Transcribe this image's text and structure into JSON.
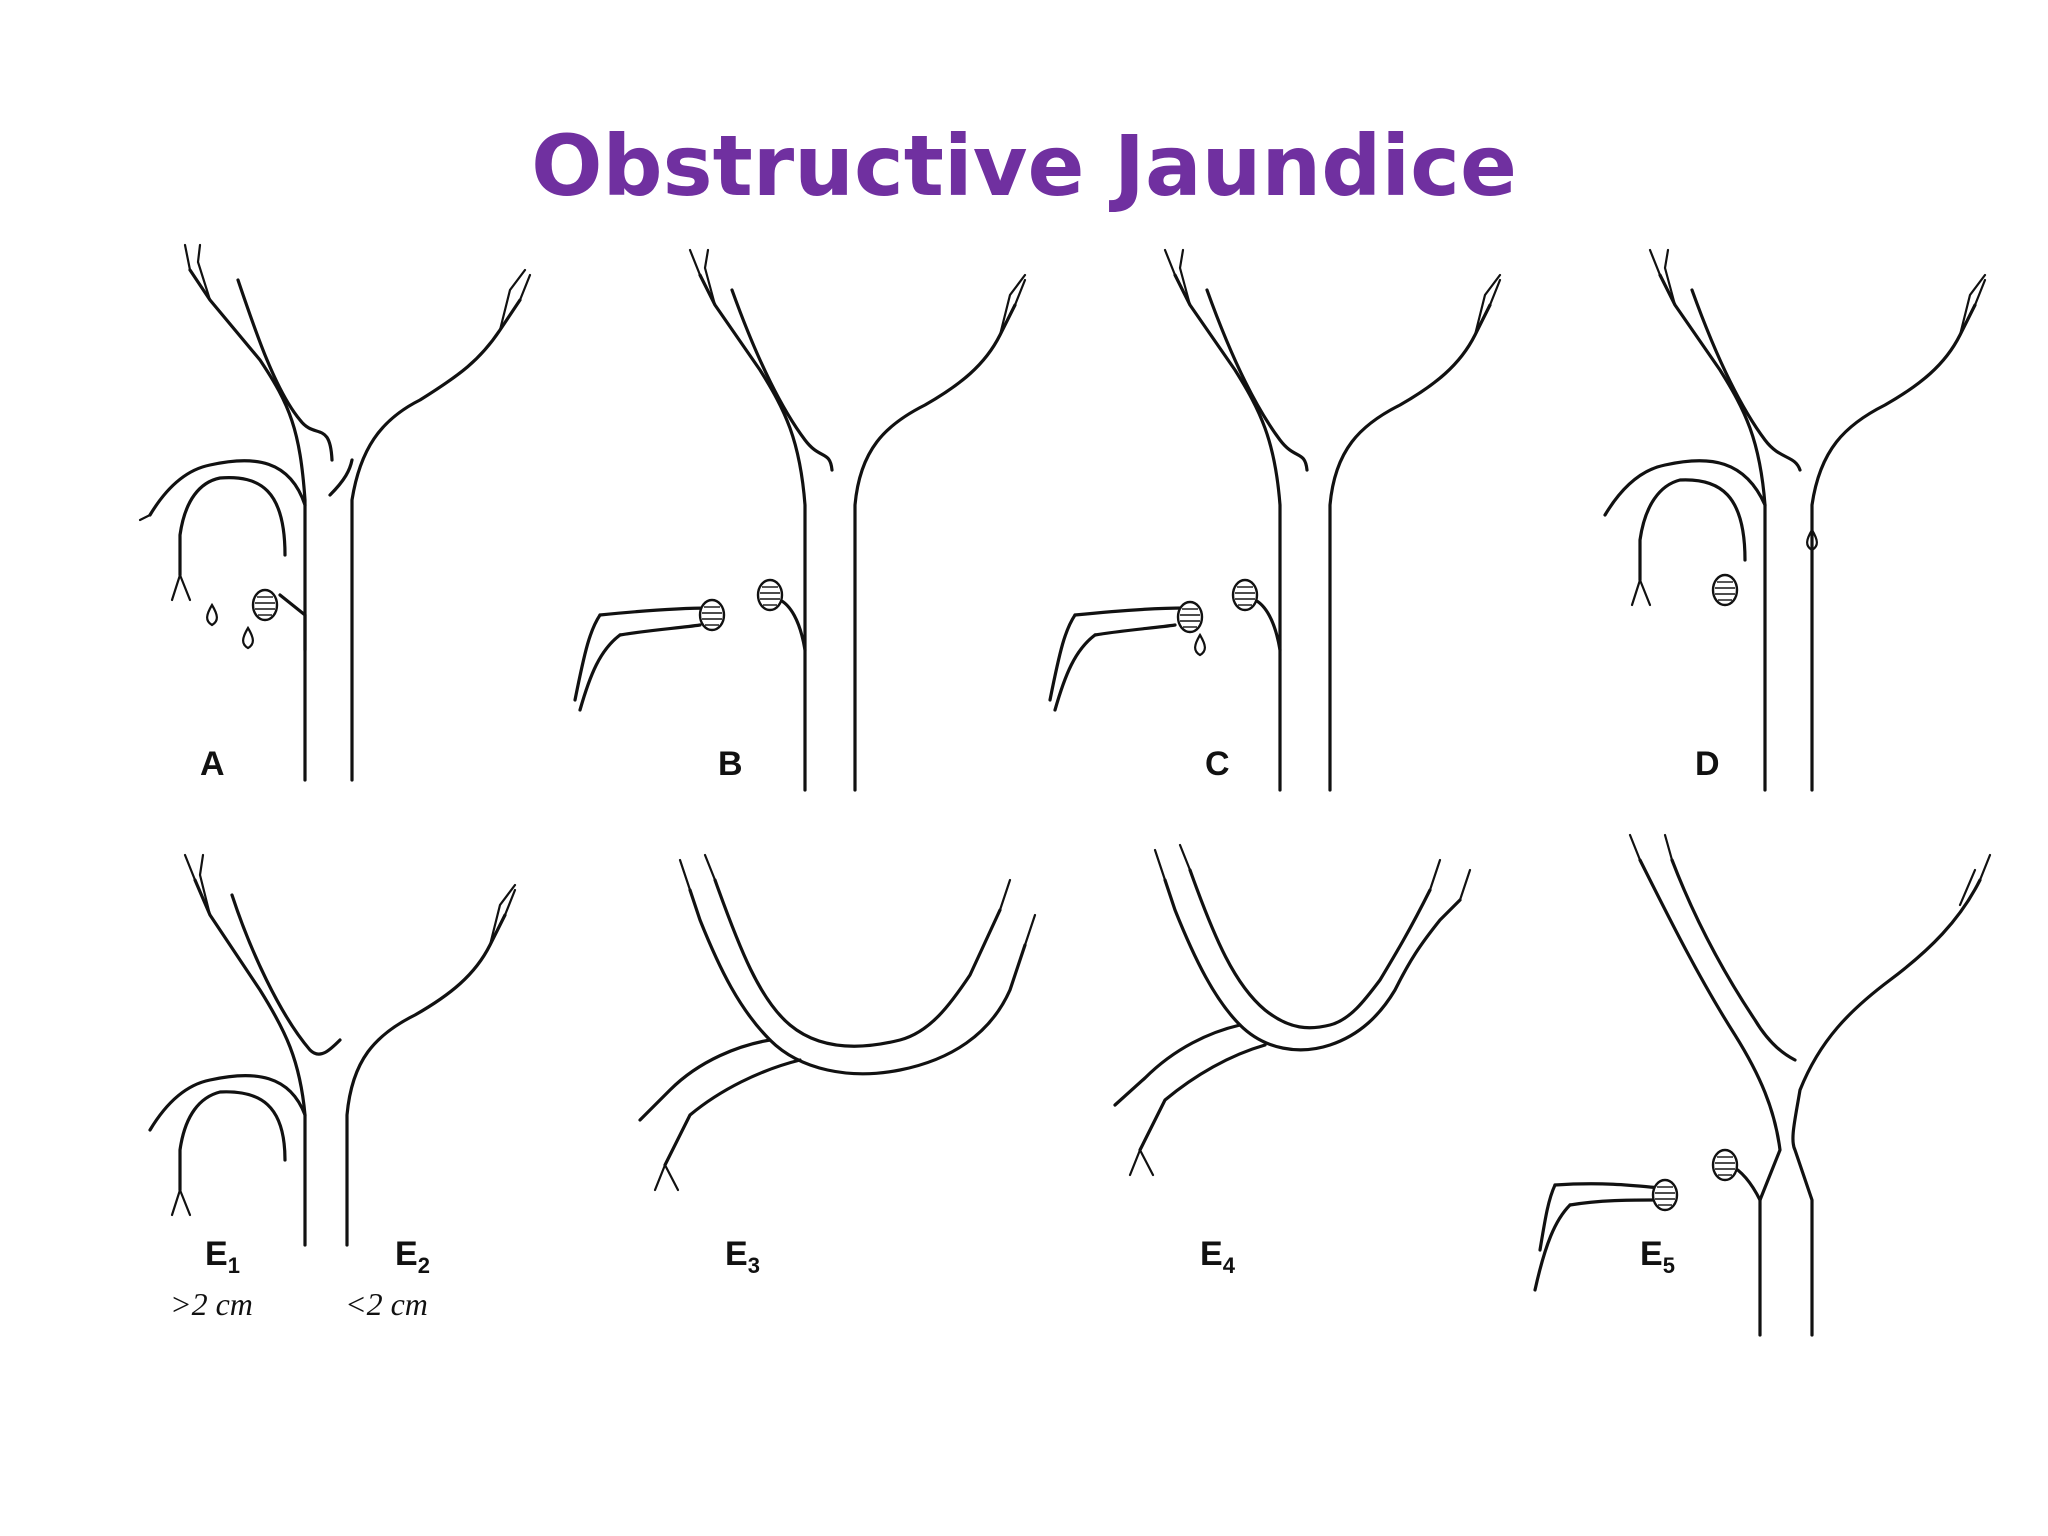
{
  "title": "Obstructive Jaundice",
  "colors": {
    "title": "#7030a0",
    "line": "#111111",
    "background": "#ffffff"
  },
  "panels": [
    {
      "main": "A",
      "sub": ""
    },
    {
      "main": "B",
      "sub": ""
    },
    {
      "main": "C",
      "sub": ""
    },
    {
      "main": "D",
      "sub": ""
    },
    {
      "main": "E",
      "sub": "1",
      "note": ">2 cm"
    },
    {
      "main": "E",
      "sub": "2",
      "note": "<2 cm"
    },
    {
      "main": "E",
      "sub": "3"
    },
    {
      "main": "E",
      "sub": "4"
    },
    {
      "main": "E",
      "sub": "5"
    }
  ]
}
